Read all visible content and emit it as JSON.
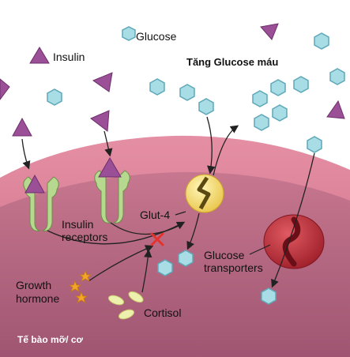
{
  "labels": {
    "glucose": "Glucose",
    "insulin": "Insulin",
    "high_blood_glucose": "Tăng Glucose máu",
    "insulin_receptors_line1": "Insulin",
    "insulin_receptors_line2": "receptors",
    "glut4": "Glut-4",
    "growth_hormone_line1": "Growth",
    "growth_hormone_line2": "hormone",
    "cortisol": "Cortisol",
    "glucose_transporters_line1": "Glucose",
    "glucose_transporters_line2": "transporters",
    "cell_type": "Tế bào mỡ/ cơ"
  },
  "colors": {
    "glucose": "#a9dde6",
    "insulin": "#9a4f97",
    "receptor": "#b6d98f",
    "glut4": "#f6dc6c",
    "cell_membrane": "#d97a91",
    "cytoplasm": "#ba6c86",
    "transporter": "#c3343e",
    "block_mark": "#e5322d",
    "hormone_star": "#f3a52a",
    "cortisol": "#eef0ae"
  }
}
